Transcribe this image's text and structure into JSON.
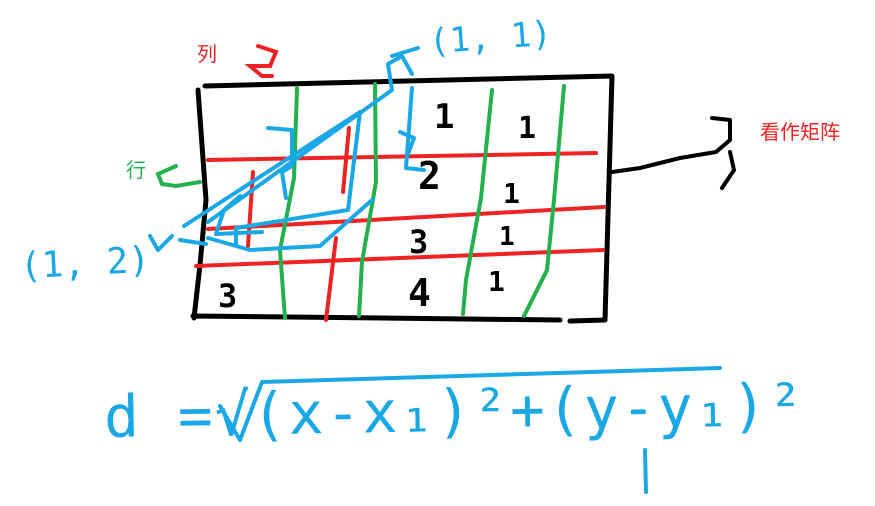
{
  "colors": {
    "ink": "#000000",
    "red": "#ee2222",
    "green": "#22b14c",
    "blue": "#1aa7e6"
  },
  "labels": {
    "column": "列",
    "row": "行",
    "matrix_note": "看作矩阵",
    "point_a": "(1, 1)",
    "point_b": "(1, 2)"
  },
  "cells": [
    "1",
    "1",
    "2",
    "1",
    "3",
    "1",
    "3",
    "4",
    "1"
  ],
  "formula": "d =√(x-x₁)²+(y-y₁)²"
}
